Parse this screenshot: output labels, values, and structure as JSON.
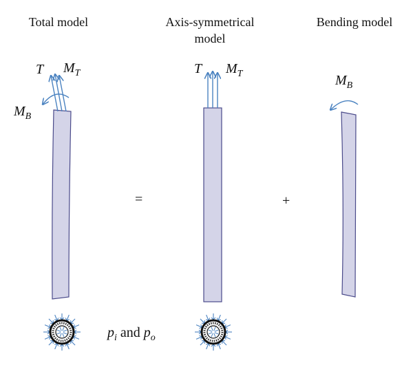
{
  "titles": {
    "total": "Total model",
    "axis_line1": "Axis-symmetrical",
    "axis_line2": "model",
    "bending": "Bending model"
  },
  "operators": {
    "equals": "=",
    "plus": "+"
  },
  "loads": {
    "T": "T",
    "M": "M",
    "T_sub": "T",
    "B_sub": "B"
  },
  "pressure": {
    "p": "p",
    "i_sub": "i",
    "and": "and",
    "o_sub": "o"
  },
  "colors": {
    "beam_fill": "#d4d4e8",
    "beam_stroke": "#4a4a8a",
    "arrow": "#4a82c0"
  }
}
